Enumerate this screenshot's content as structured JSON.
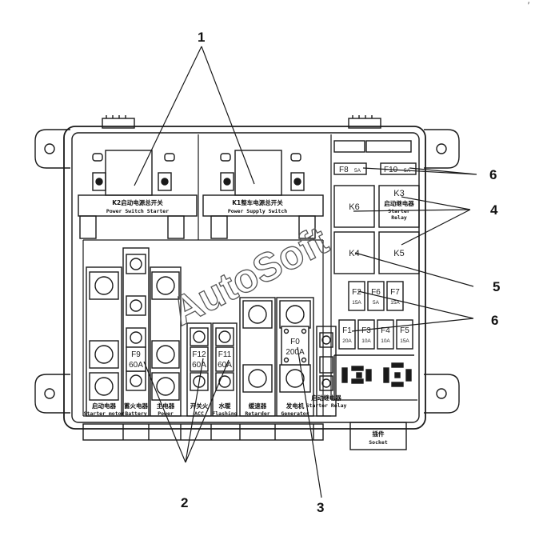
{
  "corner_mark": "′",
  "watermark": "AutoSoft",
  "callouts": {
    "c1": "1",
    "c2": "2",
    "c3": "3",
    "c4": "4",
    "c5": "5",
    "c6a": "6",
    "c6b": "6"
  },
  "switches": {
    "k2_line1": "K2启动电源总开关",
    "k2_line2": "Power Switch Starter",
    "k1_line1": "K1整车电源总开关",
    "k1_line2": "Power Supply Switch"
  },
  "top_fuses": {
    "f8_name": "F8",
    "f8_rating": "5A",
    "f10_name": "F10",
    "f10_rating": "5A"
  },
  "relays": {
    "k6": "K6",
    "k3": "K3",
    "k3_cn": "启动继电器",
    "k3_en1": "Starter",
    "k3_en2": "Relay",
    "k4": "K4",
    "k5": "K5"
  },
  "fuse_rows": {
    "row1": [
      {
        "name": "F2",
        "rating": "15A"
      },
      {
        "name": "F6",
        "rating": "5A"
      },
      {
        "name": "F7",
        "rating": "15A"
      }
    ],
    "row2": [
      {
        "name": "F1",
        "rating": "20A"
      },
      {
        "name": "F3",
        "rating": "10A"
      },
      {
        "name": "F4",
        "rating": "10A"
      },
      {
        "name": "F5",
        "rating": "15A"
      }
    ]
  },
  "big_fuses": {
    "f9_name": "F9",
    "f9_rating": "60A",
    "f12_name": "F12",
    "f12_rating": "60A",
    "f11_name": "F11",
    "f11_rating": "60A",
    "f0_name": "F0",
    "f0_rating": "200A"
  },
  "bottom_labels": [
    {
      "cn": "启动电器",
      "en": "Starter motor"
    },
    {
      "cn": "蓄火电器",
      "en": "Battery"
    },
    {
      "cn": "主电器",
      "en": "Power"
    },
    {
      "cn": "开关火",
      "en": "ACC"
    },
    {
      "cn": "水暖",
      "en": "Flashing"
    },
    {
      "cn": "缓速器",
      "en": "Retarder"
    },
    {
      "cn": "发电机",
      "en": "Generator"
    },
    {
      "cn": "启动继电器",
      "en": "Starter Relay"
    }
  ],
  "socket": {
    "cn": "插件",
    "en": "Socket"
  }
}
